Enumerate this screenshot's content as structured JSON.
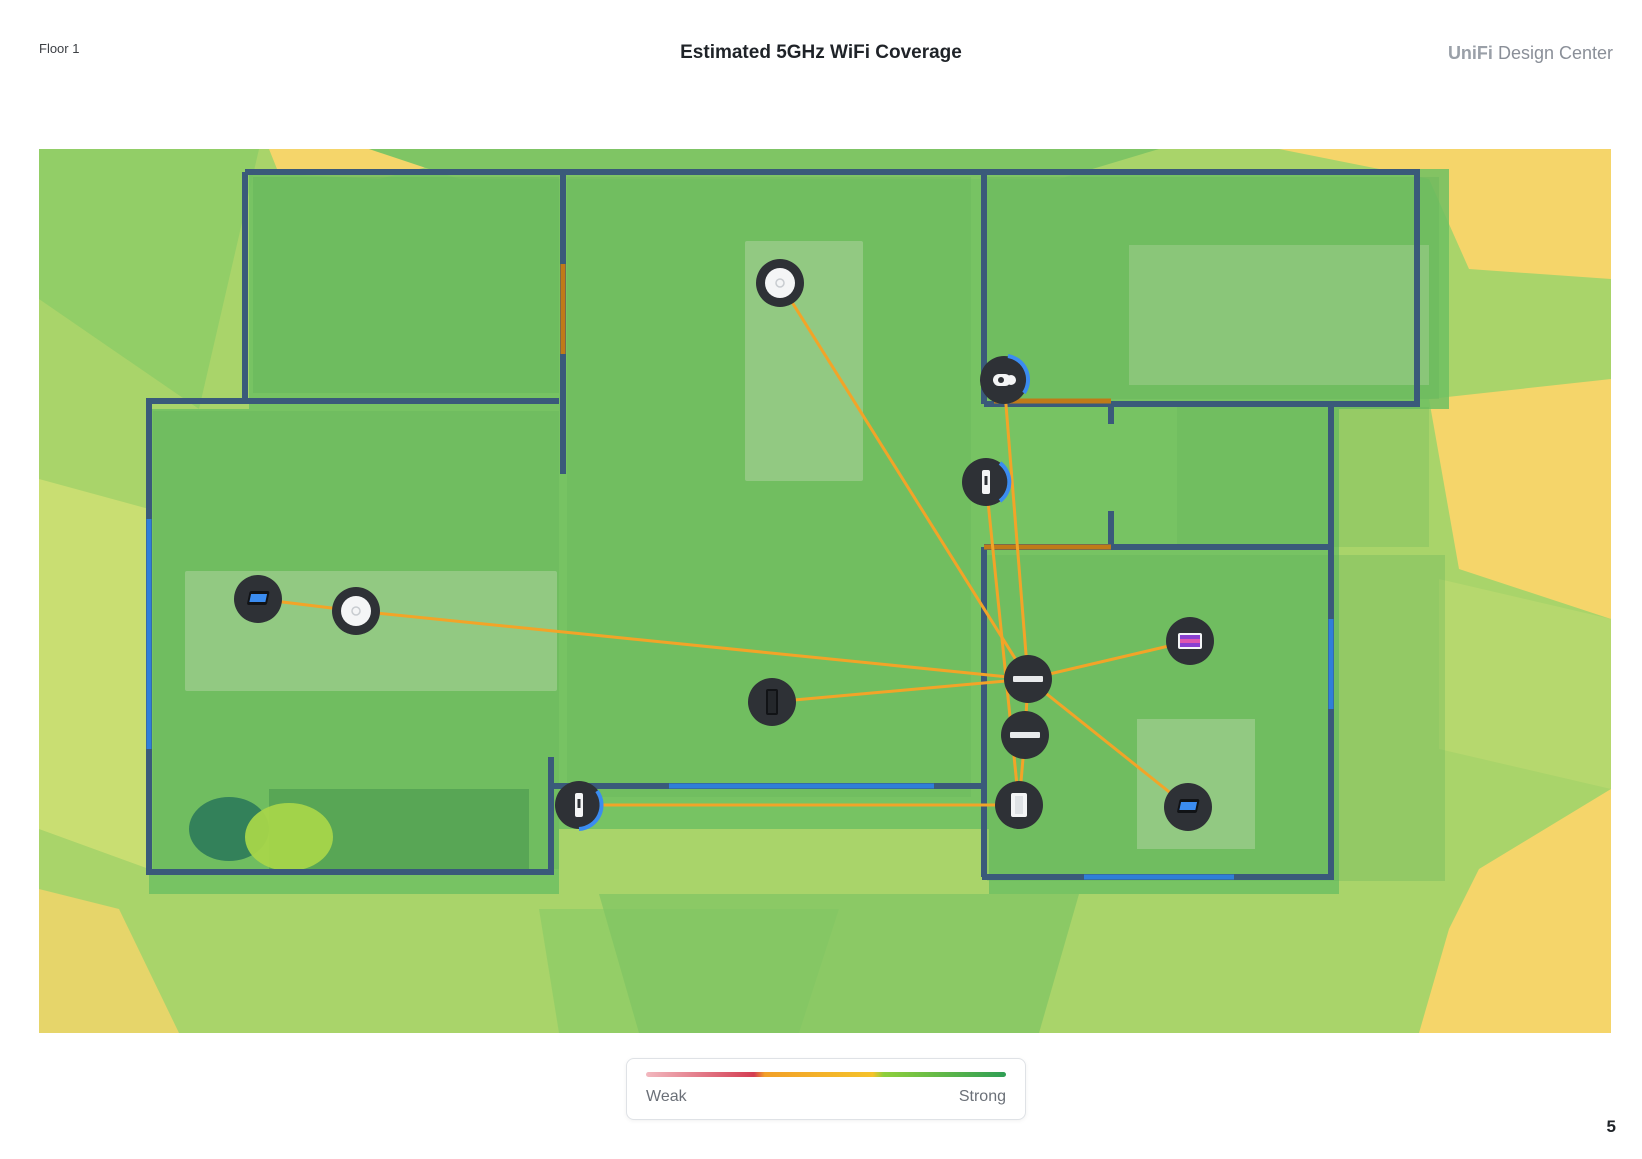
{
  "header": {
    "floor": "Floor 1",
    "title": "Estimated 5GHz WiFi Coverage",
    "brand_strong": "UniFi",
    "brand_rest": " Design Center"
  },
  "legend": {
    "weak_label": "Weak",
    "strong_label": "Strong",
    "colors": [
      "#f2b8bf",
      "#d43d52",
      "#f2a028",
      "#f5c22a",
      "#8ecf3c",
      "#2f9e55"
    ]
  },
  "colors": {
    "coverage_strong": "#6fbf62",
    "coverage_good": "#a9d46a",
    "coverage_fair": "#f5d56a",
    "wall": "#3a5a7a",
    "wall_glass": "#2f7fd8",
    "wall_wood": "#c07a18",
    "uplink": "#f2a428",
    "device_bg": "#2e3136"
  },
  "devices": [
    {
      "name": "ceiling-access-point-icon"
    },
    {
      "name": "ceiling-access-point-icon"
    },
    {
      "name": "camera-icon"
    },
    {
      "name": "door-access-reader-icon"
    },
    {
      "name": "door-access-reader-icon"
    },
    {
      "name": "gateway-icon"
    },
    {
      "name": "switch-icon"
    },
    {
      "name": "switch-icon"
    },
    {
      "name": "nvr-icon"
    },
    {
      "name": "display-icon"
    },
    {
      "name": "access-hub-icon"
    },
    {
      "name": "access-hub-icon"
    }
  ],
  "page_number": "5"
}
